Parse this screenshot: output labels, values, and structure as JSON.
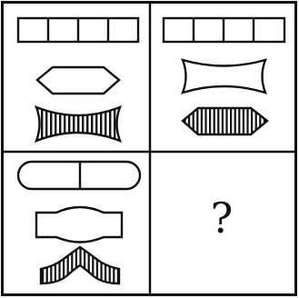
{
  "puzzle": {
    "question_mark": "?",
    "colors": {
      "ink": "#111111",
      "paper": "#ffffff"
    },
    "cells": [
      {
        "position": "top-left",
        "shapes": [
          {
            "role": "top",
            "kind": "segmented-bar",
            "segments": 4,
            "ends": "square"
          },
          {
            "role": "middle",
            "kind": "hexagon",
            "fill": "none"
          },
          {
            "role": "bottom",
            "kind": "bowtie-concave",
            "fill": "vertical-stripes"
          }
        ]
      },
      {
        "position": "top-right",
        "shapes": [
          {
            "role": "top",
            "kind": "segmented-bar",
            "segments": 4,
            "ends": "square"
          },
          {
            "role": "middle",
            "kind": "concave-rectangle",
            "fill": "none"
          },
          {
            "role": "bottom",
            "kind": "pointed-hexagon",
            "fill": "vertical-stripes"
          }
        ]
      },
      {
        "position": "bottom-left",
        "shapes": [
          {
            "role": "top",
            "kind": "segmented-bar",
            "segments": 2,
            "ends": "rounded"
          },
          {
            "role": "middle",
            "kind": "bulging-rectangle",
            "fill": "none"
          },
          {
            "role": "bottom",
            "kind": "inverted-v-arch",
            "fill": "vertical-stripes"
          }
        ]
      },
      {
        "position": "bottom-right",
        "shapes": [],
        "unknown": true
      }
    ]
  }
}
